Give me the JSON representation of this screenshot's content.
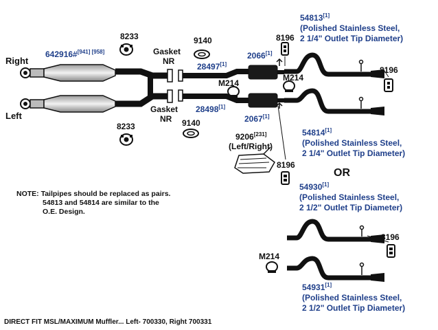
{
  "labels": {
    "right": "Right",
    "left": "Left",
    "part_642916": "642916#",
    "part_642916_notes": "[941] [958]",
    "clamp_8233": "8233",
    "gasket": "Gasket",
    "nr": "NR",
    "gasket_9140": "9140",
    "pipe_28497": "28497",
    "pipe_28498": "28498",
    "note_1": "[1]",
    "clamp_M214": "M214",
    "muffler_2066": "2066",
    "muffler_2067": "2067",
    "hanger_8196": "8196",
    "shield_9206": "9206",
    "shield_9206_note": "[231]",
    "left_right": "(Left/Right)",
    "or": "OR"
  },
  "tailpipes": [
    {
      "part": "54813",
      "note": "[1]",
      "line1": "(Polished Stainless Steel,",
      "line2": "2 1/4\" Outlet Tip Diameter)"
    },
    {
      "part": "54814",
      "note": "[1]",
      "line1": "(Polished Stainless Steel,",
      "line2": "2 1/4\" Outlet Tip Diameter)"
    },
    {
      "part": "54930",
      "note": "[1]",
      "line1": "(Polished Stainless Steel,",
      "line2": "2 1/2\" Outlet Tip Diameter)"
    },
    {
      "part": "54931",
      "note": "[1]",
      "line1": "(Polished Stainless Steel,",
      "line2": "2 1/2\" Outlet Tip Diameter)"
    }
  ],
  "note": {
    "line1": "NOTE: Tailpipes should be replaced as pairs.",
    "line2": "54813 and 54814 are similar to the",
    "line3": "O.E. Design."
  },
  "footer": "DIRECT FIT MSL/MAXIMUM Muffler... Left- 700330, Right 700331",
  "colors": {
    "part_number_blue": "#1f3f8a",
    "line": "#111111"
  }
}
